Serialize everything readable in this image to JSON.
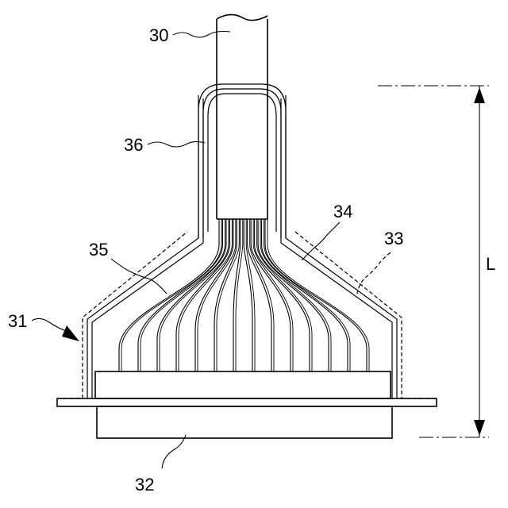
{
  "labels": {
    "cable": "30",
    "connector": "31",
    "connector_body": "32",
    "outer_shell": "33",
    "inner_shell": "34",
    "wires": "35",
    "sleeve": "36",
    "length": "L"
  }
}
